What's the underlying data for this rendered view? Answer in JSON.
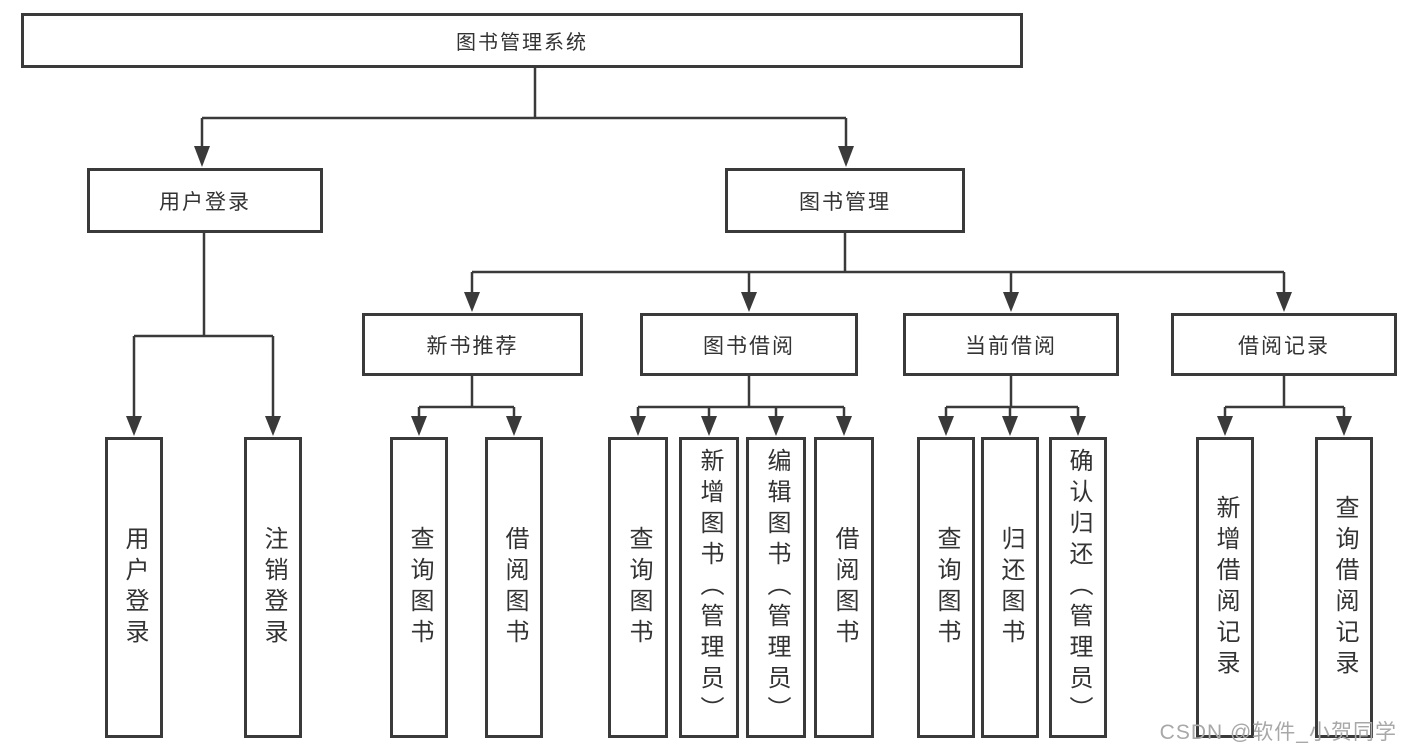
{
  "diagram": {
    "title": "图书管理系统",
    "colors": {
      "line": "#3a3a3a",
      "text": "#333333",
      "box_background": "#ffffff",
      "watermark": "#a8a8a8"
    },
    "nodes": {
      "root": {
        "label": "图书管理系统"
      },
      "user_login": {
        "label": "用户登录"
      },
      "book_management": {
        "label": "图书管理"
      },
      "user_login_action": {
        "label": "用户登录"
      },
      "logout_action": {
        "label": "注销登录"
      },
      "new_book_recommend": {
        "label": "新书推荐"
      },
      "book_borrowing": {
        "label": "图书借阅"
      },
      "current_borrowing": {
        "label": "当前借阅"
      },
      "borrowing_records": {
        "label": "借阅记录"
      },
      "nbr_query_books": {
        "label": "查询图书"
      },
      "nbr_borrow_books": {
        "label": "借阅图书"
      },
      "bb_query_books": {
        "label": "查询图书"
      },
      "bb_add_books": {
        "label": "新增图书（管理员）"
      },
      "bb_edit_books": {
        "label": "编辑图书（管理员）"
      },
      "bb_borrow_books": {
        "label": "借阅图书"
      },
      "cb_query_books": {
        "label": "查询图书"
      },
      "cb_return_books": {
        "label": "归还图书"
      },
      "cb_confirm_return": {
        "label": "确认归还（管理员）"
      },
      "br_add_record": {
        "label": "新增借阅记录"
      },
      "br_query_record": {
        "label": "查询借阅记录"
      }
    },
    "hierarchy": {
      "root": [
        "user_login",
        "book_management"
      ],
      "user_login": [
        "user_login_action",
        "logout_action"
      ],
      "book_management": [
        "new_book_recommend",
        "book_borrowing",
        "current_borrowing",
        "borrowing_records"
      ],
      "new_book_recommend": [
        "nbr_query_books",
        "nbr_borrow_books"
      ],
      "book_borrowing": [
        "bb_query_books",
        "bb_add_books",
        "bb_edit_books",
        "bb_borrow_books"
      ],
      "current_borrowing": [
        "cb_query_books",
        "cb_return_books",
        "cb_confirm_return"
      ],
      "borrowing_records": [
        "br_add_record",
        "br_query_record"
      ]
    }
  },
  "watermark": {
    "text": "CSDN @软件_小贺同学"
  }
}
